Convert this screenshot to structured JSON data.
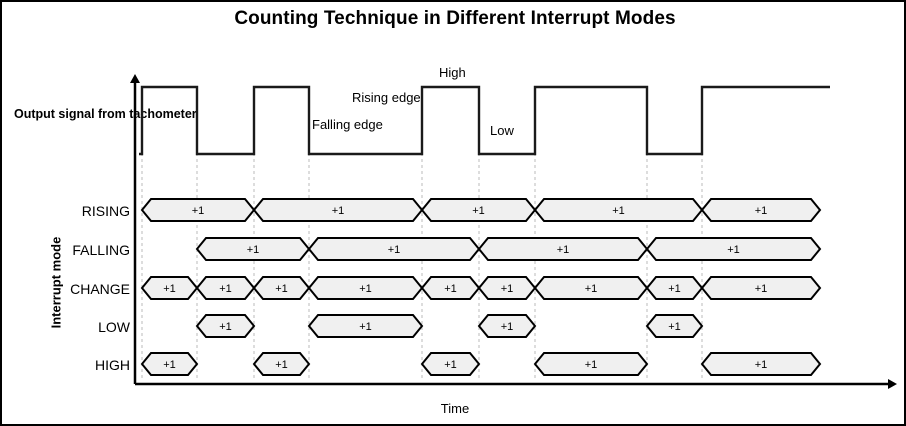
{
  "title": "Counting Technique in Different Interrupt Modes",
  "axes": {
    "x_label": "Time",
    "y_label": "Interrupt mode",
    "signal_label": "Output signal from tachometer"
  },
  "annotations": {
    "high": "High",
    "low": "Low",
    "rising_edge": "Rising edge",
    "falling_edge": "Falling edge"
  },
  "rows": [
    {
      "label": "RISING"
    },
    {
      "label": "FALLING"
    },
    {
      "label": "CHANGE"
    },
    {
      "label": "LOW"
    },
    {
      "label": "HIGH"
    }
  ],
  "count_label": "+1",
  "colors": {
    "stroke": "#1a1a1a",
    "box_fill": "#f0f0f0",
    "box_stroke": "#000000",
    "gridline": "#bbbbbb",
    "frame": "#000000",
    "text": "#000000"
  },
  "chart_data": {
    "type": "line",
    "title": "Counting Technique in Different Interrupt Modes",
    "xlabel": "Time",
    "ylabel": "Interrupt mode",
    "grid": true,
    "legend": "none",
    "xlim": [
      130,
      830
    ],
    "waveform": {
      "name": "Output signal from tachometer",
      "levels": [
        "Low",
        "High"
      ],
      "transitions": [
        {
          "x": 140,
          "type": "rising"
        },
        {
          "x": 195,
          "type": "falling"
        },
        {
          "x": 252,
          "type": "rising"
        },
        {
          "x": 307,
          "type": "falling"
        },
        {
          "x": 420,
          "type": "rising"
        },
        {
          "x": 477,
          "type": "falling"
        },
        {
          "x": 533,
          "type": "rising"
        },
        {
          "x": 645,
          "type": "falling"
        },
        {
          "x": 700,
          "type": "rising"
        }
      ],
      "high_intervals": [
        [
          140,
          195
        ],
        [
          252,
          307
        ],
        [
          420,
          477
        ],
        [
          533,
          645
        ],
        [
          700,
          830
        ]
      ],
      "start_level": "Low",
      "end_level": "High"
    },
    "gridlines_x": [
      140,
      195,
      252,
      307,
      420,
      477,
      533,
      645,
      700
    ],
    "series": [
      {
        "name": "RISING",
        "segments": [
          [
            140,
            252
          ],
          [
            252,
            420
          ],
          [
            420,
            533
          ],
          [
            533,
            700
          ],
          [
            700,
            818
          ]
        ]
      },
      {
        "name": "FALLING",
        "segments": [
          [
            195,
            307
          ],
          [
            307,
            477
          ],
          [
            477,
            645
          ],
          [
            645,
            818
          ]
        ]
      },
      {
        "name": "CHANGE",
        "segments": [
          [
            140,
            195
          ],
          [
            195,
            252
          ],
          [
            252,
            307
          ],
          [
            307,
            420
          ],
          [
            420,
            477
          ],
          [
            477,
            533
          ],
          [
            533,
            645
          ],
          [
            645,
            700
          ],
          [
            700,
            818
          ]
        ]
      },
      {
        "name": "LOW",
        "segments": [
          [
            195,
            252
          ],
          [
            307,
            420
          ],
          [
            477,
            533
          ],
          [
            645,
            700
          ]
        ]
      },
      {
        "name": "HIGH",
        "segments": [
          [
            140,
            195
          ],
          [
            252,
            307
          ],
          [
            420,
            477
          ],
          [
            533,
            645
          ],
          [
            700,
            818
          ]
        ]
      }
    ]
  }
}
